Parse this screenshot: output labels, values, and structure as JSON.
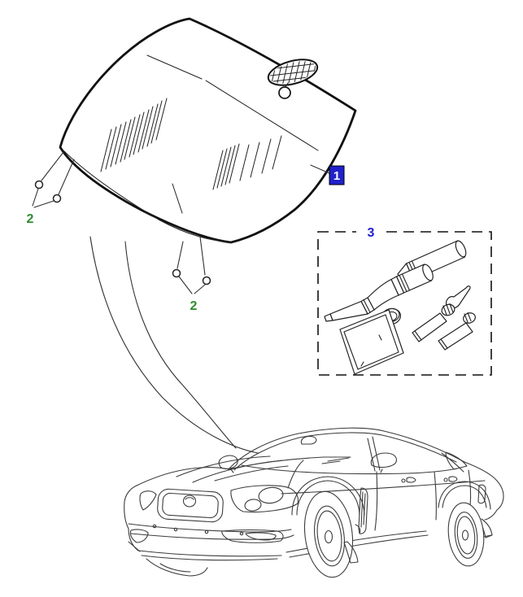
{
  "figure": {
    "background_color": "#ffffff",
    "line_color": "#1a1a1a",
    "callouts": [
      {
        "id": "windscreen",
        "label": "1",
        "style": "boxed",
        "box_color": "#2121cd",
        "text_color": "#ffffff"
      },
      {
        "id": "clips-upper",
        "label": "2",
        "style": "plain",
        "text_color": "#2e8b2e"
      },
      {
        "id": "clips-lower",
        "label": "2",
        "style": "plain",
        "text_color": "#2e8b2e"
      },
      {
        "id": "adhesive-kit",
        "label": "3",
        "style": "plain",
        "text_color": "#2121cd"
      }
    ]
  }
}
